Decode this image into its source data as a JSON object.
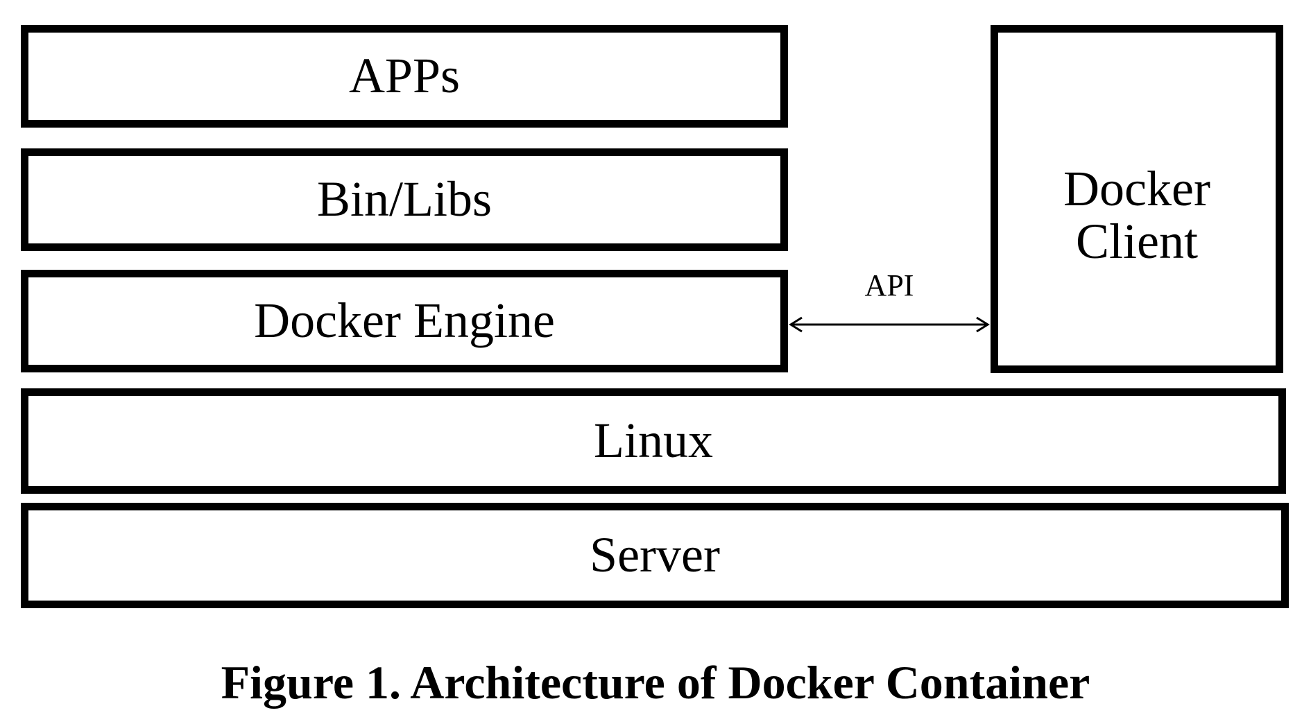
{
  "diagram": {
    "layers": {
      "apps": "APPs",
      "bin_libs": "Bin/Libs",
      "docker_engine": "Docker Engine",
      "linux": "Linux",
      "server": "Server"
    },
    "client": "Docker\nClient",
    "connector": {
      "label": "API",
      "from": "Docker Engine",
      "to": "Docker Client",
      "direction": "bidirectional"
    }
  },
  "caption": "Figure 1. Architecture of Docker Container"
}
